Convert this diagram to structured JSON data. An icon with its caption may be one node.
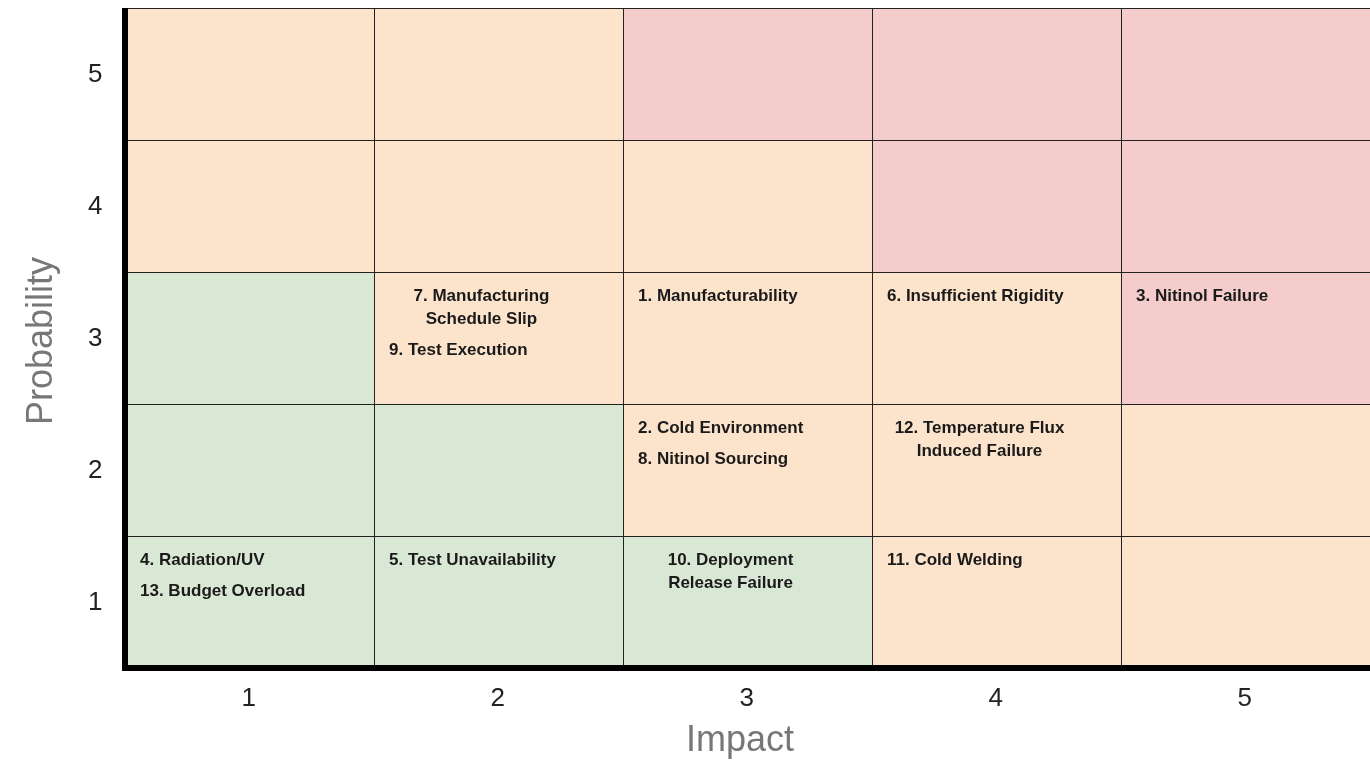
{
  "diagram": {
    "nodes": [
      {
        "text": [],
        "shape": "box"
      },
      {
        "text": [],
        "shape": "box"
      },
      {
        "text": [],
        "shape": "box"
      },
      {
        "text": [],
        "shape": "box"
      },
      {
        "text": [],
        "shape": "box"
      },
      {
        "text": [],
        "shape": "box"
      },
      {
        "text": [],
        "shape": "box"
      },
      {
        "text": [],
        "shape": "box"
      },
      {
        "text": [],
        "shape": "box"
      },
      {
        "text": [],
        "shape": "box"
      },
      {
        "text": [],
        "shape": "box"
      },
      {
        "text": [
          "7. Manufacturing Schedule Slip",
          "9. Test Execution"
        ]
      },
      {
        "text": [
          "1. Manufacturability"
        ]
      },
      {
        "text": [
          "6. Insufficient Rigidity"
        ]
      },
      {
        "text": [
          "3. Nitinol Failure"
        ]
      },
      {
        "text": [],
        "shape": "box"
      },
      {
        "text": [],
        "shape": "box"
      },
      {
        "text": [
          "2. Cold Environment",
          "8. Nitinol Sourcing"
        ]
      },
      {
        "text": [
          "12. Temperature Flux Induced Failure"
        ]
      },
      {
        "text": [],
        "shape": "box"
      },
      {
        "text": [
          "4. Radiation/UV",
          "13. Budget Overload"
        ]
      },
      {
        "text": [
          "5. Test Unavailability"
        ]
      },
      {
        "text": [
          "10. Deployment Release Failure"
        ]
      },
      {
        "text": [
          "11. Cold Welding"
        ]
      },
      {
        "text": [],
        "shape": "box"
      }
    ],
    "labels": [
      "5",
      "4",
      "3",
      "2",
      "1",
      "Probability",
      "1",
      "2",
      "3",
      "4",
      "5",
      "Impact"
    ]
  }
}
